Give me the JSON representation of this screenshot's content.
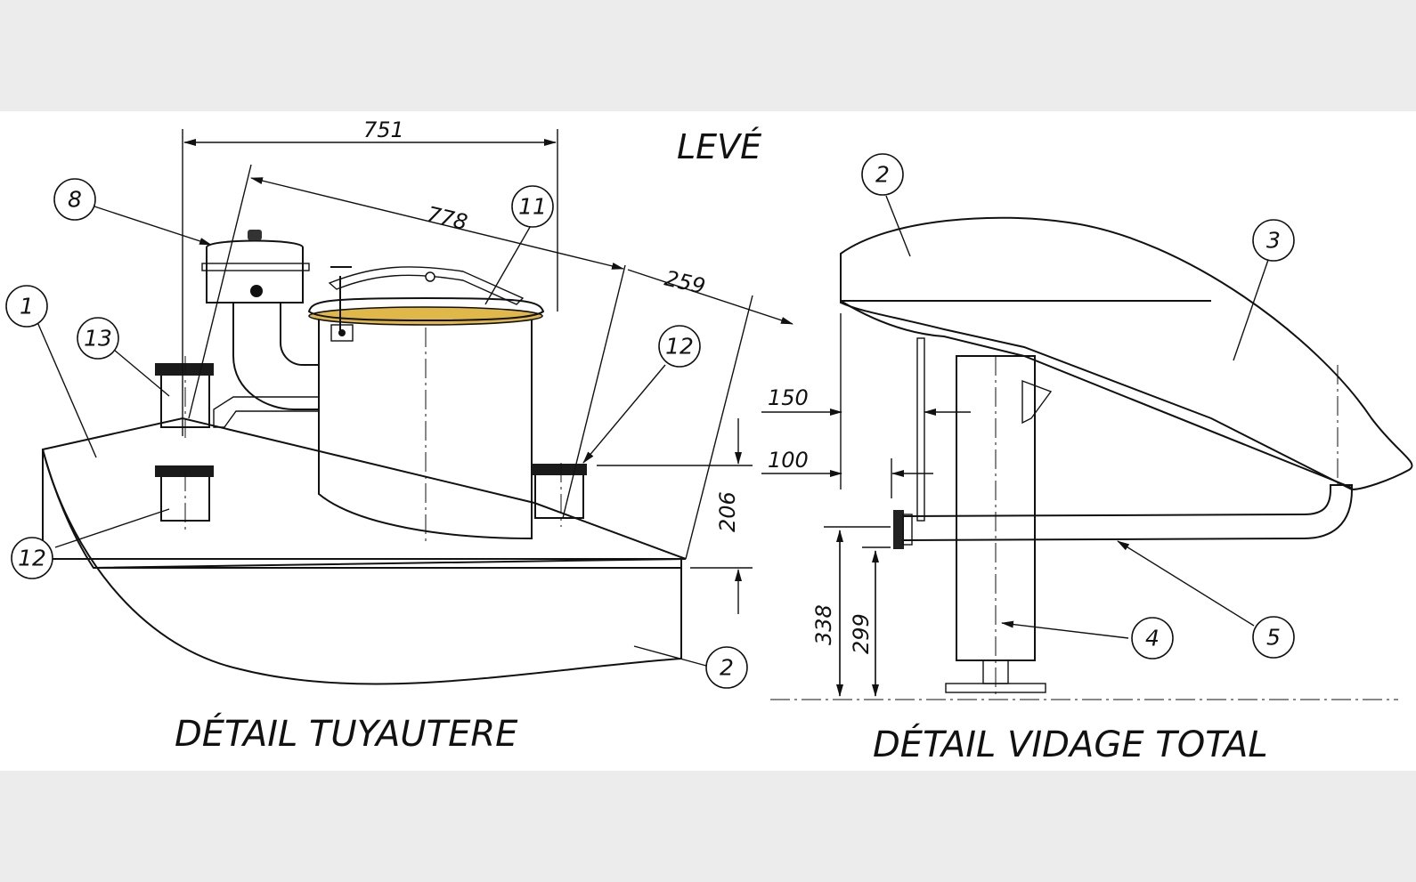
{
  "view_label": "LEVÉ",
  "left_detail": {
    "title": "DÉTAIL TUYAUTERE",
    "dimensions": {
      "overall_width": "751",
      "diagonal": "778",
      "offset": "259",
      "height": "206"
    },
    "callouts": {
      "c1": "1",
      "c2": "2",
      "c8": "8",
      "c11": "11",
      "c12a": "12",
      "c12b": "12",
      "c13": "13"
    }
  },
  "right_detail": {
    "title": "DÉTAIL VIDAGE TOTAL",
    "dimensions": {
      "d150": "150",
      "d100": "100",
      "h338": "338",
      "h299": "299"
    },
    "callouts": {
      "c2": "2",
      "c3": "3",
      "c4": "4",
      "c5": "5"
    }
  },
  "colors": {
    "outline": "#111111",
    "sheet": "#ffffff",
    "border": "#ececec",
    "gasket": "#e0b84a",
    "shade": "#d6d6d6"
  }
}
